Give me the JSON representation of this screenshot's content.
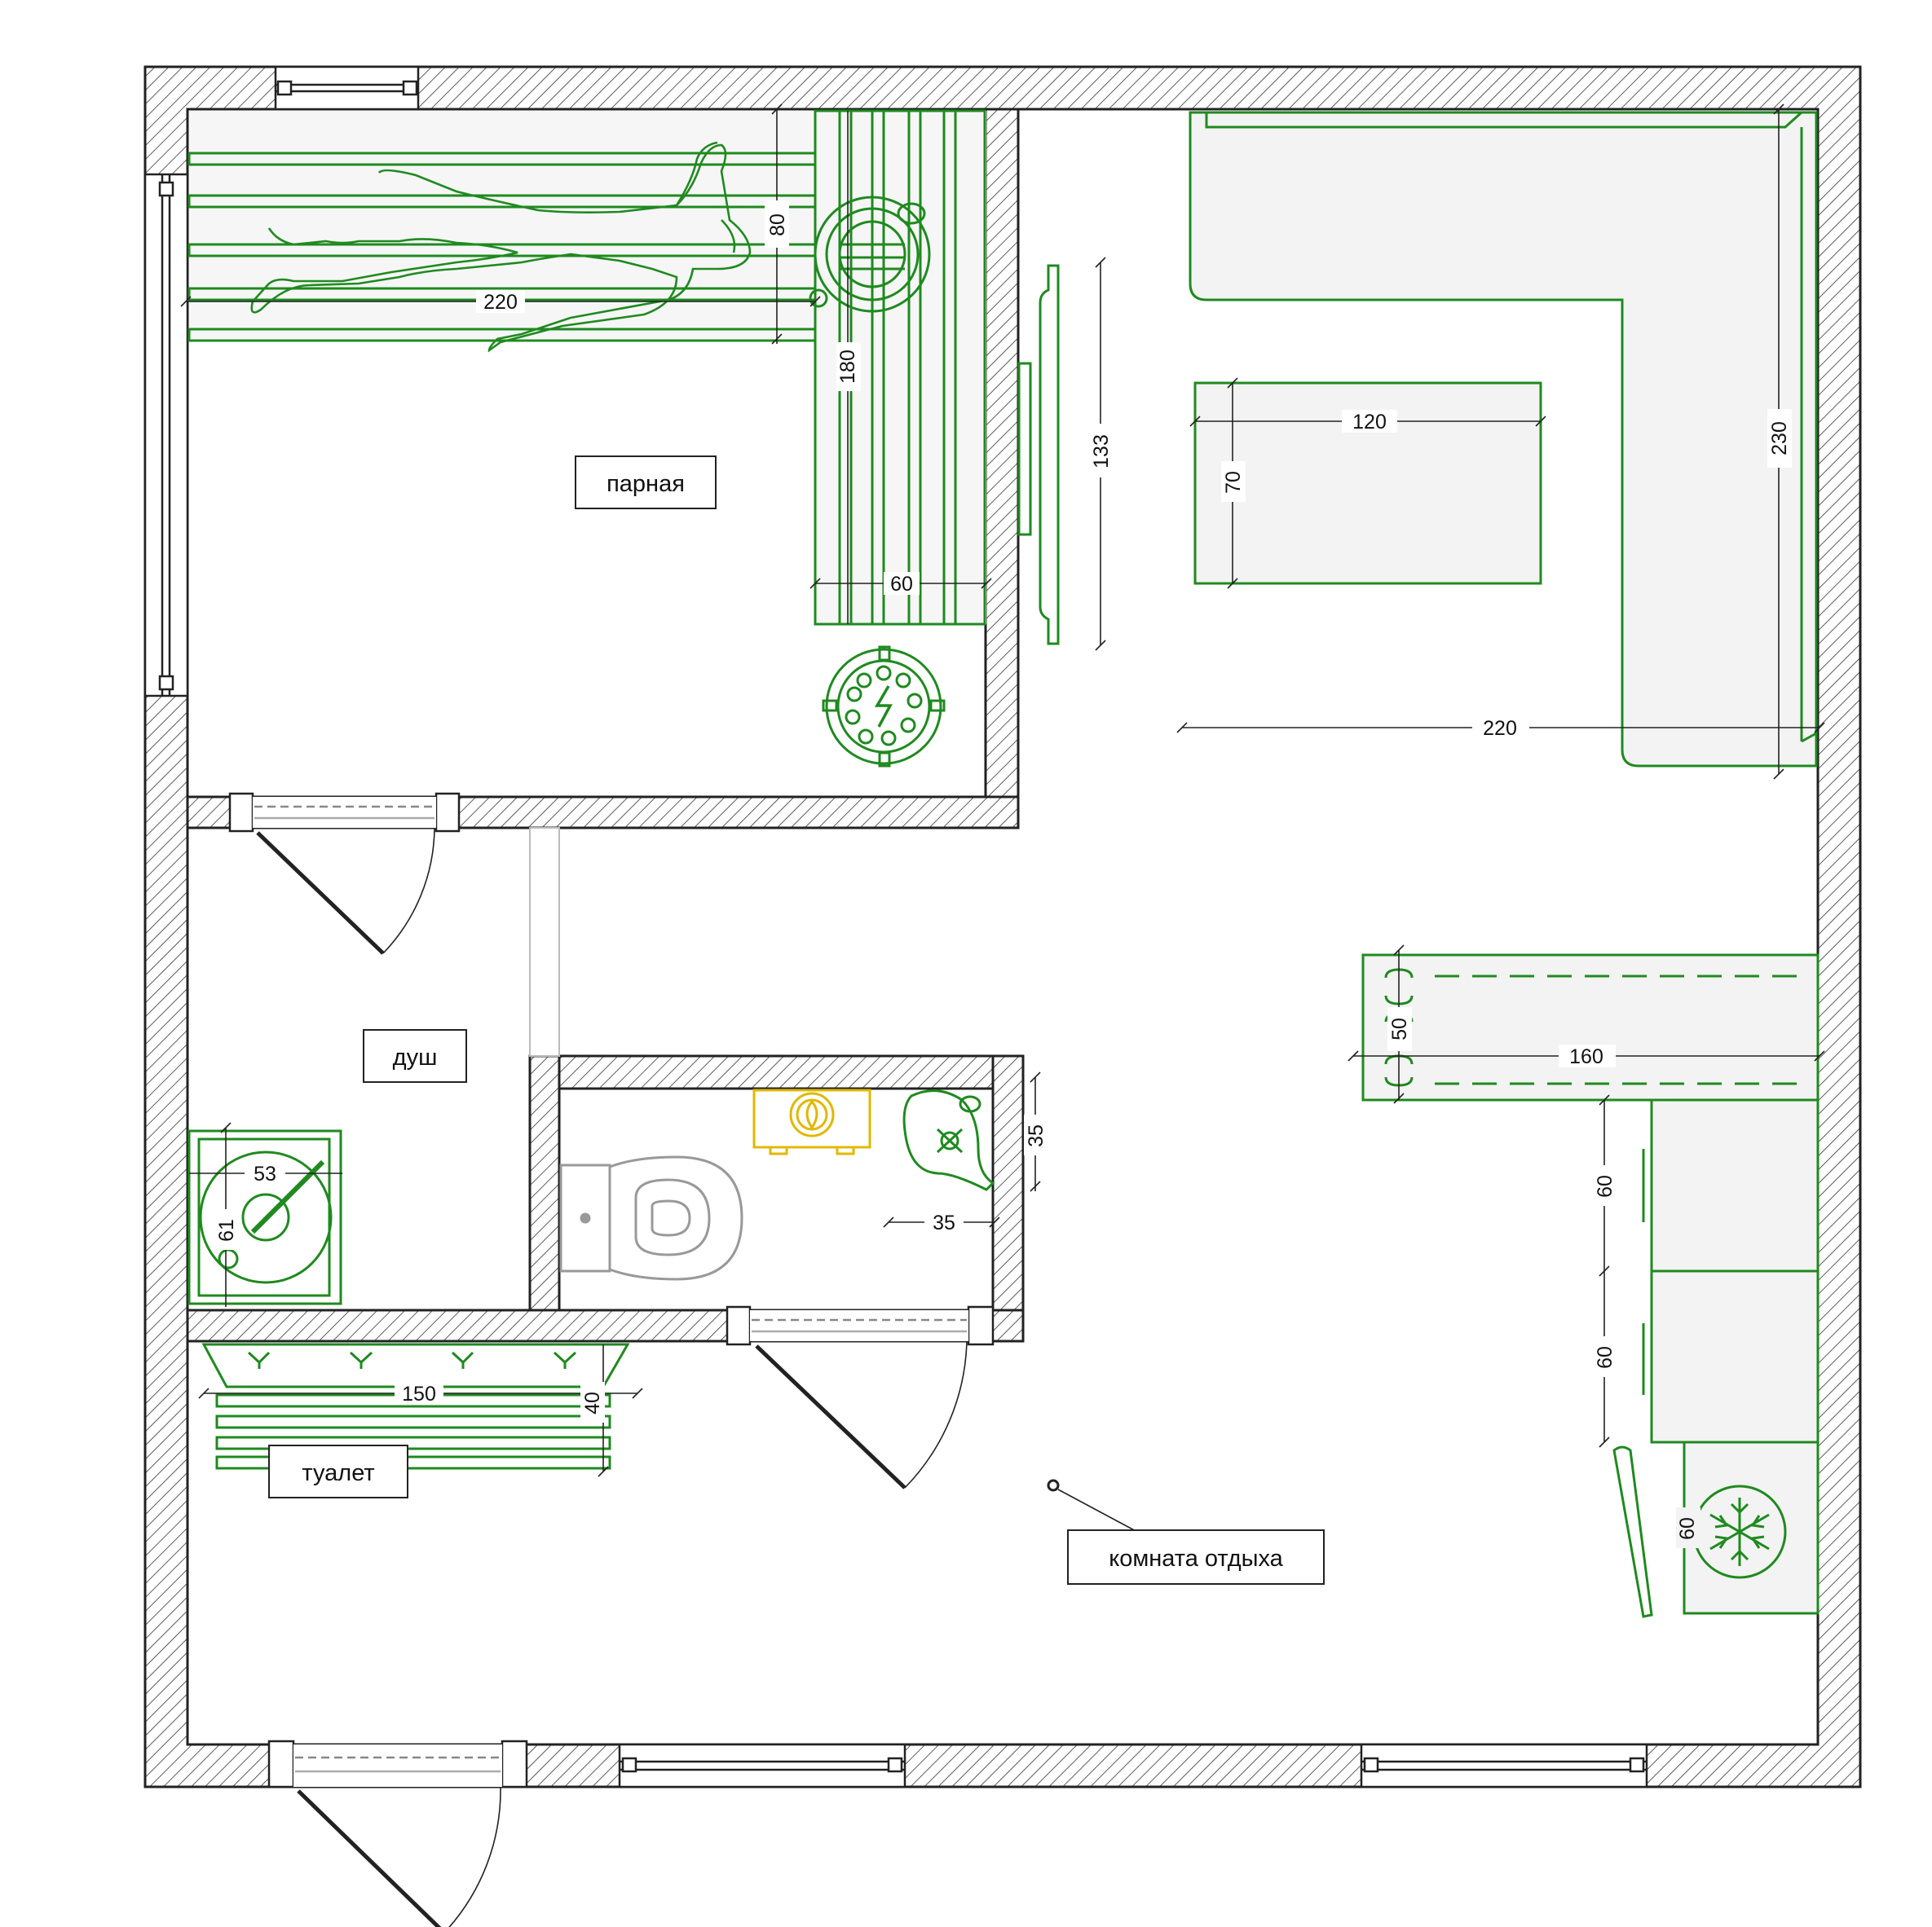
{
  "rooms": {
    "steam_room": "парная",
    "shower": "душ",
    "toilet": "туалет",
    "lounge": "комната отдыха"
  },
  "dimensions": {
    "steam_bench_length": "220",
    "steam_bench_depth": "80",
    "steam_side_bench_length": "180",
    "steam_side_bench_depth": "60",
    "door_panel_height": "133",
    "table_width": "120",
    "table_depth": "70",
    "sofa_depth": "230",
    "sofa_length": "220",
    "counter_length": "160",
    "counter_depth": "50",
    "cabinet_1": "60",
    "cabinet_2": "60",
    "fridge": "60",
    "boiler_depth": "35",
    "boiler_width": "35",
    "shower_width": "53",
    "shower_depth": "61",
    "bench_length": "150",
    "bench_depth": "40"
  },
  "colors": {
    "wall": "#222222",
    "furniture": "#1f8a1f",
    "fixture_grey": "#999999",
    "accent_yellow": "#e0b800",
    "furniture_fill": "#f3f3f3"
  }
}
